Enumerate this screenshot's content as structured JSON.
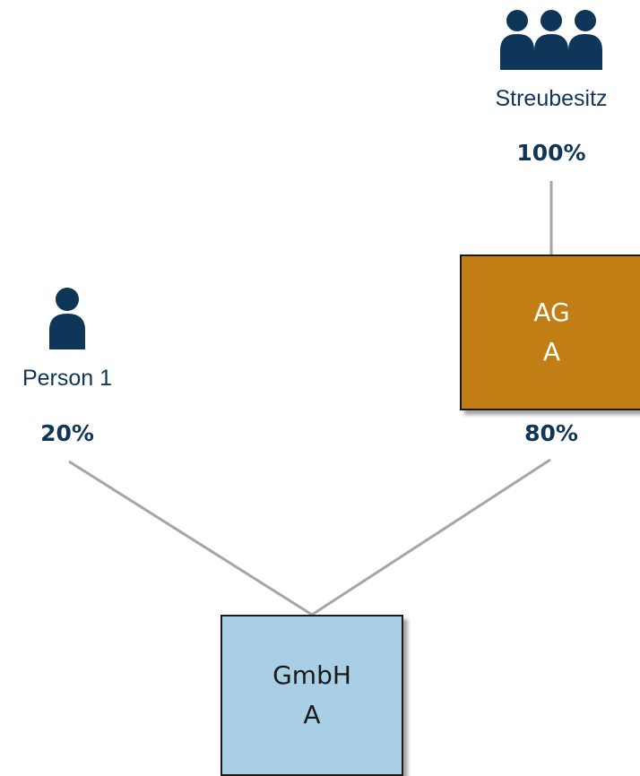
{
  "nodes": {
    "streubesitz": {
      "label": "Streubesitz",
      "share": "100%",
      "icon": "group-icon"
    },
    "person1": {
      "label": "Person 1",
      "share": "20%",
      "icon": "person-icon"
    },
    "ag_a": {
      "line1": "AG",
      "line2": "A",
      "share": "80%"
    },
    "gmbh_a": {
      "line1": "GmbH",
      "line2": "A"
    }
  },
  "colors": {
    "icon_fill": "#0f3558",
    "text_dark_blue": "#0f3558",
    "ag_fill": "#c17e14",
    "gmbh_fill": "#a9cfe6",
    "connector": "#a6a6a6",
    "box_border": "#1a1a1a"
  }
}
